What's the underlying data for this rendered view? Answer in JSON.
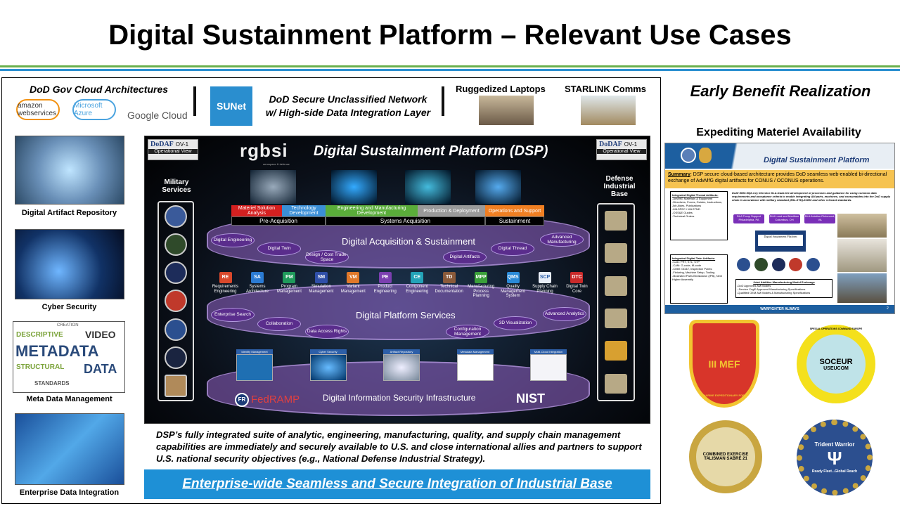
{
  "title": "Digital Sustainment Platform – Relevant Use Cases",
  "top": {
    "cloud_header": "DoD Gov Cloud Architectures",
    "clouds": [
      {
        "label": "amazon webservices",
        "color": "#f29111"
      },
      {
        "label": "Microsoft Azure",
        "color": "#4aa3df"
      }
    ],
    "google": "Google Cloud",
    "sunet_logo": "SUNet",
    "sunet_text_1": "DoD Secure Unclassified Network",
    "sunet_text_2": "w/ High-side Data Integration Layer",
    "laptops": "Ruggedized Laptops",
    "starlink": "STARLINK Comms"
  },
  "left": [
    {
      "label": "Digital Artifact Repository",
      "color": "#7fb0d8"
    },
    {
      "label": "Cyber Security",
      "color": "#123a6a"
    },
    {
      "label": "Meta Data Management",
      "color": "#ffffff"
    },
    {
      "label": "Enterprise Data Integration",
      "color": "#2a70c0"
    }
  ],
  "metadata_words": [
    "METADATA",
    "VIDEO",
    "DESCRIPTIVE",
    "DATA",
    "STRUCTURAL",
    "CREATION",
    "STANDARDS"
  ],
  "diagram": {
    "dodaf": "DoDAF",
    "ov1": "OV-1",
    "opview": "Operational View",
    "logo": "rgbsi",
    "logo_sub": "aerospace & defense",
    "title": "Digital Sustainment Platform (DSP)",
    "military": "Military Services",
    "dib": "Defense Industrial Base",
    "phases": [
      {
        "label": "Materiel Solution Analysis",
        "color": "#d42020"
      },
      {
        "label": "Technology Development",
        "color": "#3b8fd6"
      },
      {
        "label": "Engineering and Manufacturing Development",
        "color": "#5aad3a"
      },
      {
        "label": "Production & Deployment",
        "color": "#9a9a9a"
      },
      {
        "label": "Operations and Support",
        "color": "#f07f22"
      }
    ],
    "stages": [
      "Pre-Acquisition",
      "Systems Acquisition",
      "Sustainment"
    ],
    "band1": {
      "title": "Digital Acquisition & Sustainment",
      "pills": [
        "Digital Engineering",
        "Digital Twin",
        "Design / Cost Trade-Space",
        "Digital Artifacts",
        "Digital Thread",
        "Advanced Manufacturing"
      ]
    },
    "tools": [
      {
        "abbr": "RE",
        "label": "Requirements Engineering",
        "color": "#d9482b"
      },
      {
        "abbr": "SA",
        "label": "Systems Architecture",
        "color": "#2b7bd3"
      },
      {
        "abbr": "PM",
        "label": "Program Management",
        "color": "#1f9a5b"
      },
      {
        "abbr": "SM",
        "label": "Simulation Management",
        "color": "#2f4fa8"
      },
      {
        "abbr": "VM",
        "label": "Variant Management",
        "color": "#e0782a"
      },
      {
        "abbr": "PE",
        "label": "Product Engineering",
        "color": "#7b3fb0"
      },
      {
        "abbr": "CE",
        "label": "Component Engineering",
        "color": "#23a3b8"
      },
      {
        "abbr": "TD",
        "label": "Technical Documentation",
        "color": "#8a5a3a"
      },
      {
        "abbr": "MPP",
        "label": "Manufacturing Process Planning",
        "color": "#3aa03a"
      },
      {
        "abbr": "QMS",
        "label": "Quality Management System",
        "color": "#2a8ad8"
      },
      {
        "abbr": "SCP",
        "label": "Supply Chain Planning",
        "color": "#e8eef8"
      },
      {
        "abbr": "DTC",
        "label": "Digital Twin Core",
        "color": "#c92a2a"
      }
    ],
    "band2": {
      "title": "Digital Platform Services",
      "pills": [
        "Enterprise Search",
        "Collaboration",
        "Data Access Rights",
        "Configuration Management",
        "3D Visualization",
        "Advanced Analytics"
      ]
    },
    "tiles": [
      "Identity Management",
      "Cyber Security",
      "Artifact Repository",
      "Metadata Management",
      "Multi-Cloud Integration"
    ],
    "band3": {
      "title": "Digital Information Security Infrastructure",
      "fedramp": "FedRAMP",
      "fr": "FR",
      "nist": "NIST"
    }
  },
  "bottom_text": "DSP’s fully integrated suite of analytic, engineering, manufacturing, quality, and supply chain management capabilities are immediately and securely available to U.S. and close international allies and partners to support U.S. national security objectives (e.g., National Defense Industrial Strategy).",
  "banner": "Enterprise-wide Seamless and Secure Integration of Industrial Base",
  "right": {
    "early": "Early Benefit Realization",
    "expediting": "Expediting Materiel Availability",
    "slide": {
      "title": "Digital Sustainment Platform",
      "summary_label": "Summary",
      "summary": ": DSP secure cloud-based architecture provides DoD seamless web-enabled bi-directional exchange of AdvMfG digital artifacts for CONUS / OCONUS operations.",
      "thread_title": "Integrated Digital Thread Artifacts:",
      "thread_items": [
        "-AdvMfG Materials & Equipment",
        "-Directives, Forms, Guides, Instructions, Job Aides, Publications",
        "-MILSPEC / MILSTND",
        "-OSS&E Guides",
        "-Technical Orders"
      ],
      "twin_title": "Integrated Digital Twin Artifacts:",
      "twin_items": [
        "-CAD: PRT, STL, STP",
        "-CAM: G-code, M-code",
        "-CMM: GD&T, Inspection Points",
        "-Fixturing, Machine Setup, Tooling",
        "-Illustrated Parts Breakdown (IPB), Next Higher Assembly"
      ],
      "dodi": "DoDI 5000.93(2.4.e): Director DLA leads the development of processes and guidance for using common data requirements and acceptance criteria to enable integrating AM parts, machines, and consumables into the DoD supply chain in accordance with military standard (MIL-STD)-31000 and other relevant standards.",
      "dla": [
        "DLA Troop Support Philadelphia, PA",
        "DLA Land and Maritime Columbus, OH",
        "DLA Aviation Richmond, VA"
      ],
      "center": "Digital Sustainment Platform",
      "jamme_title": "Joint Additive Manufacturing Model Exchange",
      "jamme_items": [
        "-DoD Approved AM Models",
        "--Service CogE Approved Manufacturing Specifications",
        "-Qualified OEM AM Models & Manufacturing Specifications"
      ],
      "footer": "WARFIGHTER ALWAYS",
      "page": "2"
    },
    "emblems": [
      {
        "name": "III MEF",
        "sub": "III MARINE EXPEDITIONARY FORCE",
        "color": "#d8352a",
        "ring": "#f2c530"
      },
      {
        "name": "SOCEUR",
        "sub": "SPECIAL OPERATIONS COMMAND EUROPE",
        "bottom": "USEUCOM",
        "color": "#bfe3e8",
        "ring": "#f4e01c"
      },
      {
        "name": "COMBINED EXERCISE",
        "sub": "TALISMAN SABRE 21",
        "color": "#e6d9a8",
        "ring": "#c9a640"
      },
      {
        "name": "Trident Warrior",
        "sub": "Ready Fleet...Global Reach",
        "color": "#2c4f8f",
        "ring": "#c9a640"
      }
    ]
  }
}
